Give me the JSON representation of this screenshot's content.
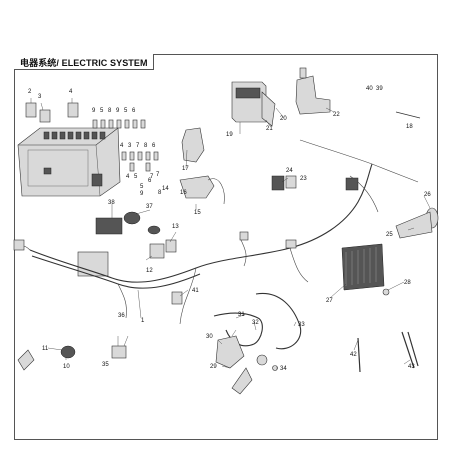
{
  "title": "电器系统/ ELECTRIC SYSTEM",
  "callouts": [
    "1",
    "2",
    "3",
    "4",
    "5",
    "6",
    "7",
    "8",
    "9",
    "10",
    "11",
    "12",
    "13",
    "14",
    "15",
    "16",
    "17",
    "18",
    "19",
    "20",
    "21",
    "22",
    "23",
    "24",
    "25",
    "26",
    "27",
    "28",
    "29",
    "30",
    "31",
    "32",
    "33",
    "34",
    "35",
    "36",
    "37",
    "38",
    "39",
    "40",
    "41",
    "42",
    "43"
  ],
  "fuse_labels_top": [
    "9",
    "5",
    "8",
    "9",
    "5",
    "6"
  ],
  "fuse_labels_mid": [
    "4",
    "3",
    "7",
    "8",
    "6",
    "4",
    "5",
    "7"
  ],
  "colors": {
    "line": "#333333",
    "part_fill": "#d9d9d9",
    "background": "#ffffff"
  }
}
